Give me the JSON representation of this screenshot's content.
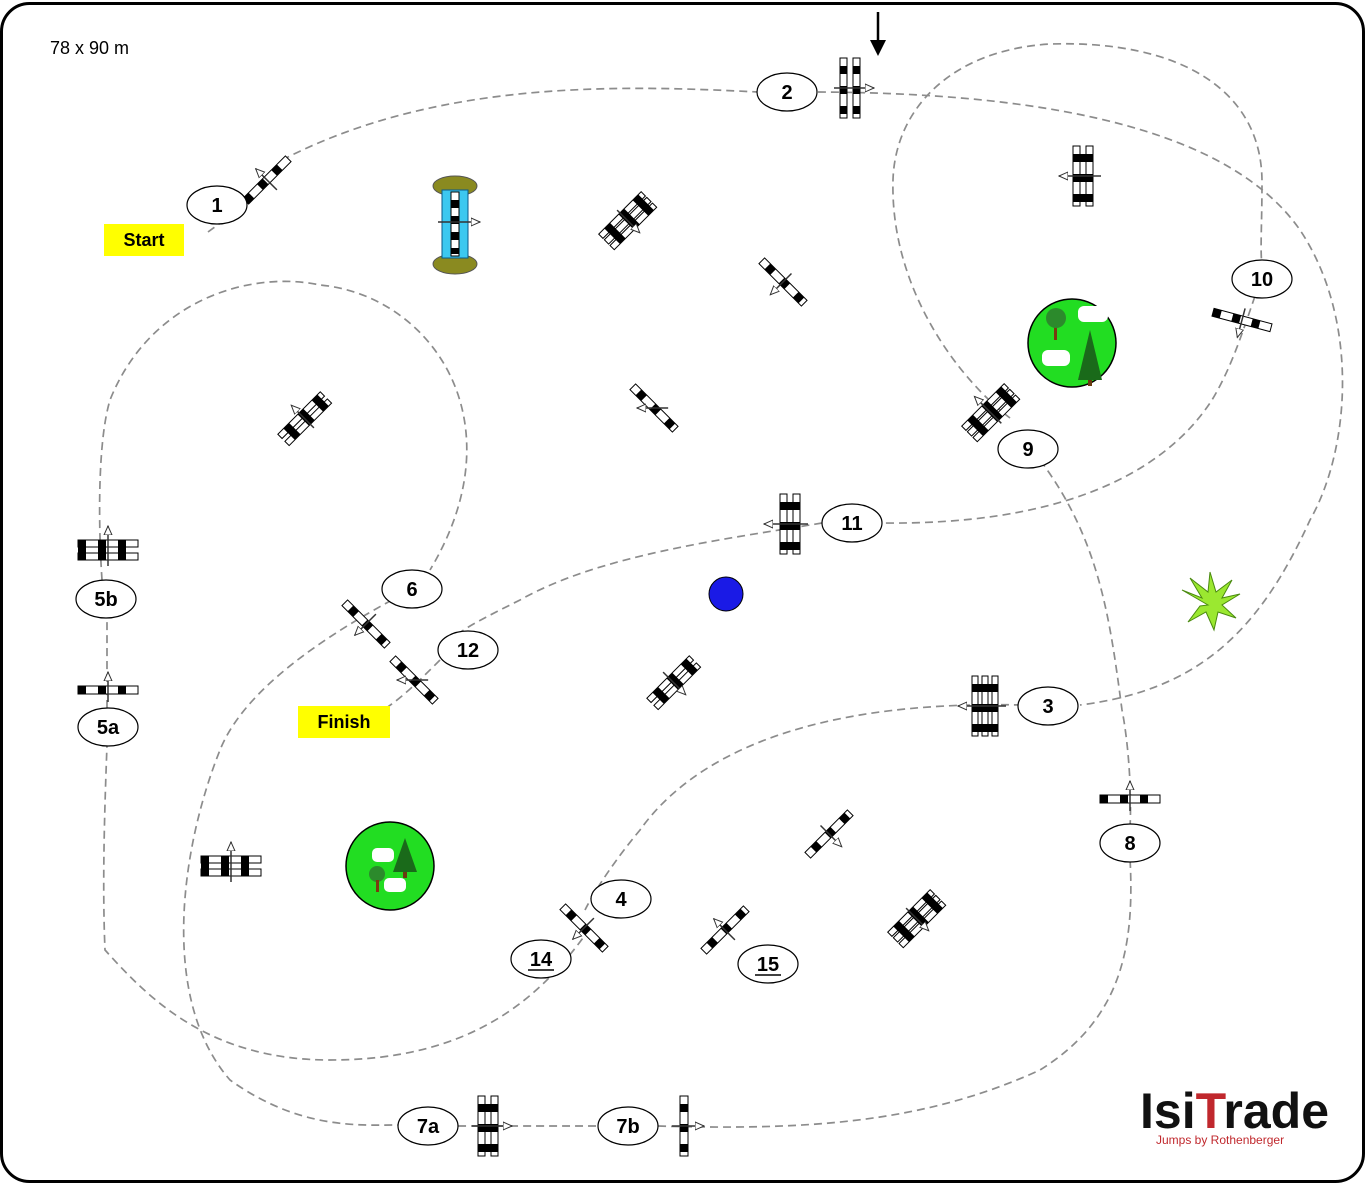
{
  "arena": {
    "size_label": "78 x 90 m"
  },
  "labels": {
    "start": "Start",
    "finish": "Finish"
  },
  "numbers": [
    {
      "id": "1",
      "text": "1",
      "underline": false
    },
    {
      "id": "2",
      "text": "2",
      "underline": false
    },
    {
      "id": "3",
      "text": "3",
      "underline": false
    },
    {
      "id": "4",
      "text": "4",
      "underline": false
    },
    {
      "id": "5a",
      "text": "5a",
      "underline": false
    },
    {
      "id": "5b",
      "text": "5b",
      "underline": false
    },
    {
      "id": "6",
      "text": "6",
      "underline": false
    },
    {
      "id": "7a",
      "text": "7a",
      "underline": false
    },
    {
      "id": "7b",
      "text": "7b",
      "underline": false
    },
    {
      "id": "8",
      "text": "8",
      "underline": false
    },
    {
      "id": "9",
      "text": "9",
      "underline": false
    },
    {
      "id": "10",
      "text": "10",
      "underline": false
    },
    {
      "id": "11",
      "text": "11",
      "underline": false
    },
    {
      "id": "12",
      "text": "12",
      "underline": false
    },
    {
      "id": "14",
      "text": "14",
      "underline": true
    },
    {
      "id": "15",
      "text": "15",
      "underline": true
    }
  ],
  "logo": {
    "brand": "IsiTrade",
    "tagline": "Jumps by Rothenberger"
  },
  "colors": {
    "border": "#000000",
    "path": "#8c8c8c",
    "label_bg": "#ffff00",
    "tree_bg": "#22dd22",
    "water": "#3cc8f0",
    "marker": "#1a1ae6",
    "logo_red": "#c0282d"
  }
}
